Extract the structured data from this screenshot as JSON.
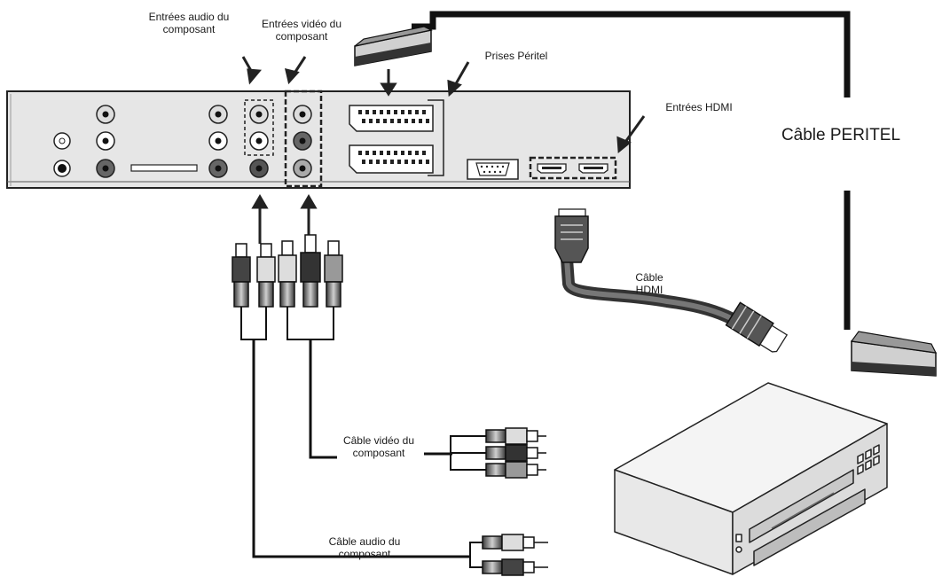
{
  "labels": {
    "audio_inputs": [
      "Entrées audio du",
      "composant"
    ],
    "video_inputs": [
      "Entrées vidéo du",
      "composant"
    ],
    "scart_sockets": "Prises Péritel",
    "hdmi_inputs": "Entrées HDMI",
    "scart_cable": "Câble PERITEL",
    "hdmi_cable": [
      "Câble",
      "HDMI"
    ],
    "video_cable": [
      "Câble vidéo du",
      "composant"
    ],
    "audio_cable": [
      "Câble audio du",
      "composant"
    ]
  }
}
